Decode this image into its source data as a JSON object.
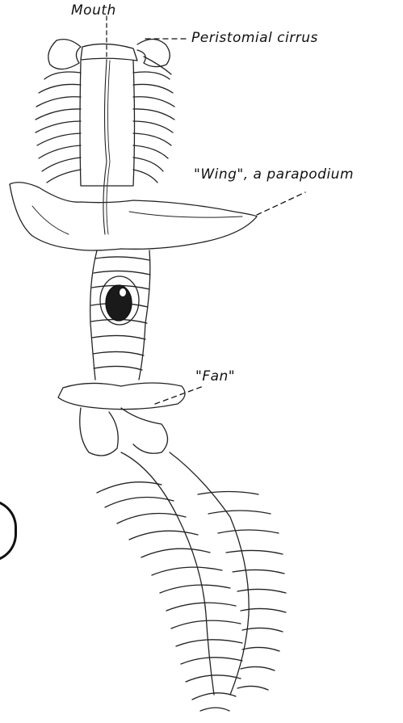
{
  "labels": {
    "mouth": "Mouth",
    "peristomial_cirrus": "Peristomial cirrus",
    "wing": "\"Wing\", a parapodium",
    "fan": "\"Fan\""
  },
  "colors": {
    "ink": "#111111",
    "paper": "#ffffff",
    "shade": "#1a1a1a"
  }
}
